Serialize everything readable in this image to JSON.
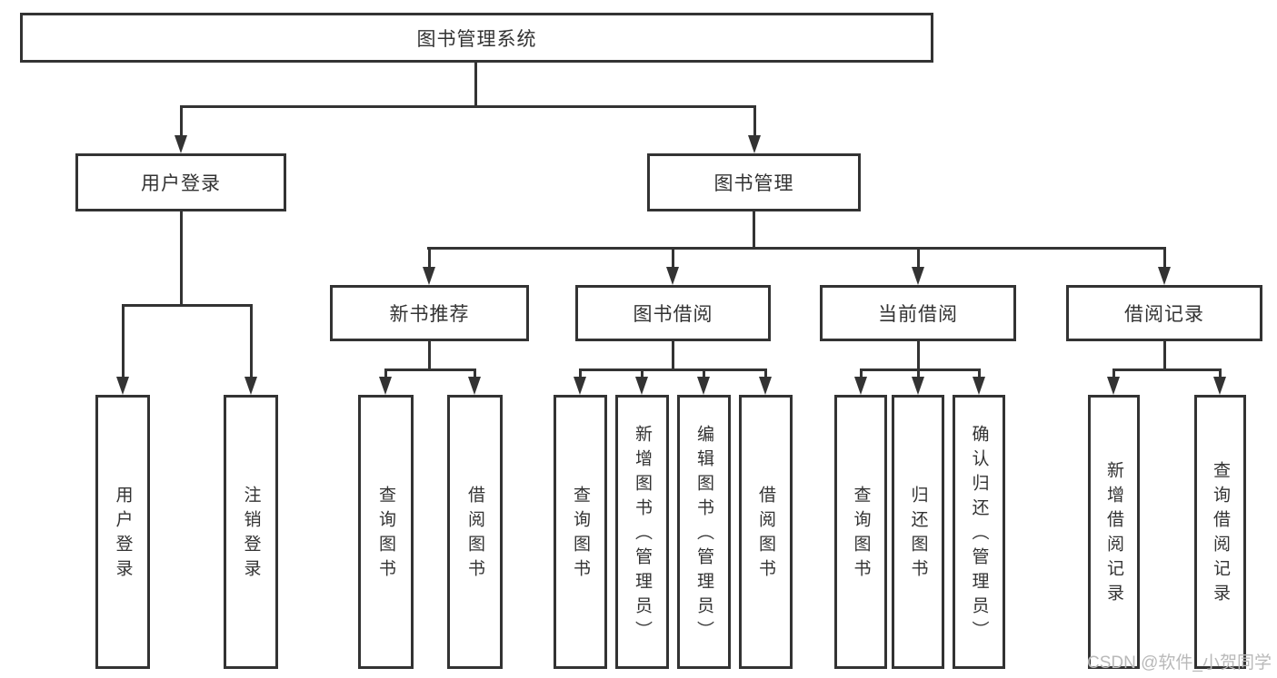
{
  "diagram": {
    "root": {
      "label": "图书管理系统"
    },
    "branches": {
      "user": {
        "label": "用户登录"
      },
      "book": {
        "label": "图书管理"
      }
    },
    "modules": {
      "new": {
        "label": "新书推荐"
      },
      "borrow": {
        "label": "图书借阅"
      },
      "current": {
        "label": "当前借阅"
      },
      "record": {
        "label": "借阅记录"
      }
    },
    "leaves": {
      "user_login": {
        "label": "用户登录"
      },
      "user_logout": {
        "label": "注销登录"
      },
      "new_query": {
        "label": "查询图书"
      },
      "new_borrow": {
        "label": "借阅图书"
      },
      "borrow_query": {
        "label": "查询图书"
      },
      "borrow_add": {
        "label": "新增图书（管理员）"
      },
      "borrow_edit": {
        "label": "编辑图书（管理员）"
      },
      "borrow_borrow": {
        "label": "借阅图书"
      },
      "current_query": {
        "label": "查询图书"
      },
      "current_return": {
        "label": "归还图书"
      },
      "current_confirm": {
        "label": "确认归还（管理员）"
      },
      "record_add": {
        "label": "新增借阅记录"
      },
      "record_query": {
        "label": "查询借阅记录"
      }
    }
  },
  "watermark": {
    "text": "CSDN @软件_小贺同学"
  },
  "colors": {
    "line": "#333333",
    "text": "#333333",
    "watermark": "#b9b9b9",
    "background": "#ffffff"
  }
}
